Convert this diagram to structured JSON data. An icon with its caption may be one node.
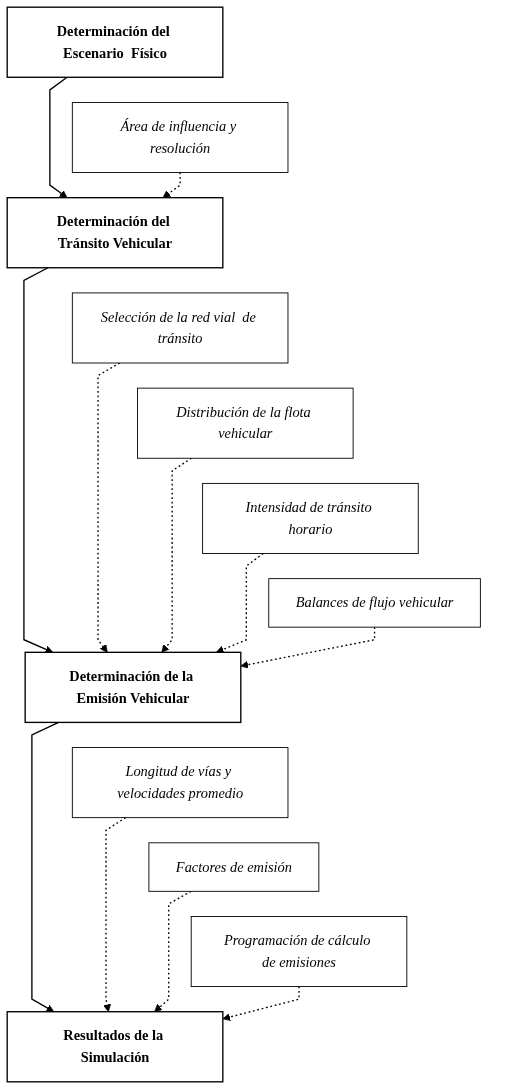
{
  "diagram": {
    "nodes": [
      {
        "text": [
          "Determinación del Escenario  Físico"
        ]
      },
      {
        "text": [
          "Área de influencia y resolución"
        ]
      },
      {
        "text": [
          "Determinación del Tránsito Vehicular"
        ]
      },
      {
        "text": [
          "Selección de la red vial  de tránsito"
        ]
      },
      {
        "text": [
          "Distribución de la flota vehicular"
        ]
      },
      {
        "text": [
          "Intensidad de tránsito horario"
        ]
      },
      {
        "text": [
          "Balances de flujo vehicular"
        ]
      },
      {
        "text": [
          "Determinación de la Emisión Vehicular"
        ]
      },
      {
        "text": [
          "Longitud de vías y velocidades promedio"
        ]
      },
      {
        "text": [
          "Factores de emisión"
        ]
      },
      {
        "text": [
          "Programación de cálculo de emisiones"
        ]
      },
      {
        "text": [
          "Resultados de la Simulación"
        ]
      }
    ],
    "edges": [
      {
        "from": 0,
        "to": 2,
        "arrow": "to"
      },
      {
        "from": 1,
        "to": 2,
        "arrow": "to",
        "style": "dashed"
      },
      {
        "from": 2,
        "to": 7,
        "arrow": "to"
      },
      {
        "from": 3,
        "to": 7,
        "arrow": "to",
        "style": "dashed"
      },
      {
        "from": 4,
        "to": 7,
        "arrow": "to",
        "style": "dashed"
      },
      {
        "from": 5,
        "to": 7,
        "arrow": "to",
        "style": "dashed"
      },
      {
        "from": 6,
        "to": 7,
        "arrow": "to",
        "style": "dashed"
      },
      {
        "from": 7,
        "to": 11,
        "arrow": "to"
      },
      {
        "from": 8,
        "to": 11,
        "arrow": "to",
        "style": "dashed"
      },
      {
        "from": 9,
        "to": 11,
        "arrow": "to",
        "style": "dashed"
      },
      {
        "from": 10,
        "to": 11,
        "arrow": "to",
        "style": "dashed"
      }
    ]
  }
}
